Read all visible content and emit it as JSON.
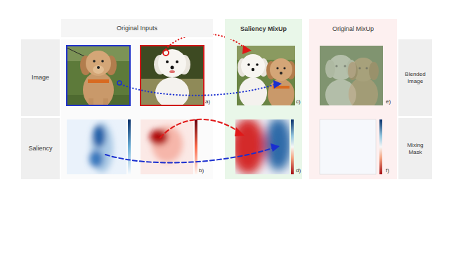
{
  "diagram": {
    "nodes": [
      {
        "text": [
          "Original Inputs"
        ]
      },
      {
        "text": [
          "Saliency MixUp"
        ]
      },
      {
        "text": [
          "Original MixUp"
        ]
      },
      {
        "text": [
          "Image"
        ]
      },
      {
        "text": [
          "Blended Image"
        ]
      },
      {
        "text": [
          "Saliency"
        ]
      },
      {
        "text": [
          "Mixing Mask"
        ]
      }
    ],
    "labels": [
      "a)",
      "b)",
      "c)",
      "d)",
      "e)",
      "f)"
    ]
  }
}
